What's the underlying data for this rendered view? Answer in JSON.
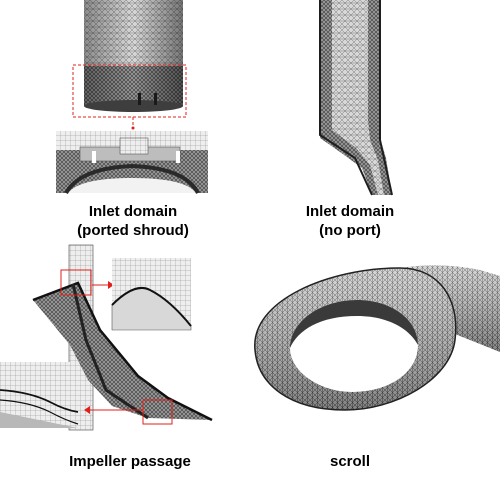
{
  "panels": [
    {
      "id": "inlet-ported",
      "caption_line1": "Inlet domain",
      "caption_line2": "(ported shroud)"
    },
    {
      "id": "inlet-noport",
      "caption_line1": "Inlet domain",
      "caption_line2": "(no port)"
    },
    {
      "id": "impeller",
      "caption_line1": "Impeller passage"
    },
    {
      "id": "scroll",
      "caption_line1": "scroll"
    }
  ],
  "colors": {
    "mesh_dark": "#2b2b2b",
    "mesh_mid": "#6e6e6e",
    "mesh_light": "#bdbdbd",
    "highlight": "#e0201b"
  }
}
